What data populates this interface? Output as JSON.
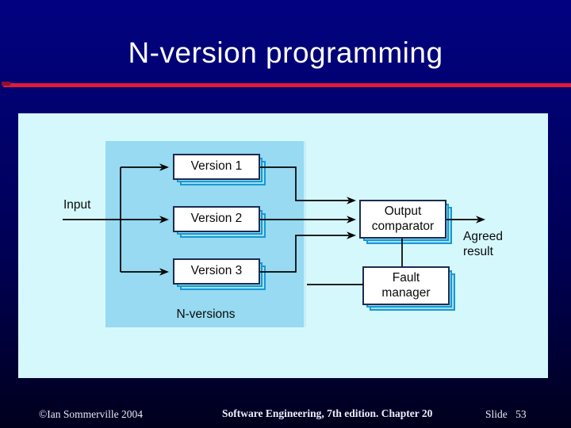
{
  "slide": {
    "title": "N-version programming",
    "footer_left": "©Ian Sommerville 2004",
    "footer_center": "Software Engineering, 7th edition. Chapter 20",
    "footer_right": "Slide 53"
  },
  "diagram": {
    "input_label": "Input",
    "versions": [
      "Version 1",
      "Version 2",
      "Version 3"
    ],
    "group_label": "N-versions",
    "comparator": {
      "line1": "Output",
      "line2": "comparator"
    },
    "fault_manager": {
      "line1": "Fault",
      "line2": "manager"
    },
    "agreed_result": {
      "line1": "Agreed",
      "line2": "result"
    }
  },
  "colors": {
    "background_top": "#020280",
    "background_bottom": "#00001d",
    "rule_red": "#e31937",
    "rule_dark_red": "#8e1030",
    "content_bg": "#d5f8fd",
    "group_bg": "#97daf1",
    "node_fill": "#ffffff",
    "node_border": "#1d2b52",
    "node_shadow_border": "#1899d2",
    "node_shadow_fill": "#9ee0f5",
    "connector": "#000000",
    "title_text": "#ffffff",
    "footer_text": "#e9e9f6"
  }
}
